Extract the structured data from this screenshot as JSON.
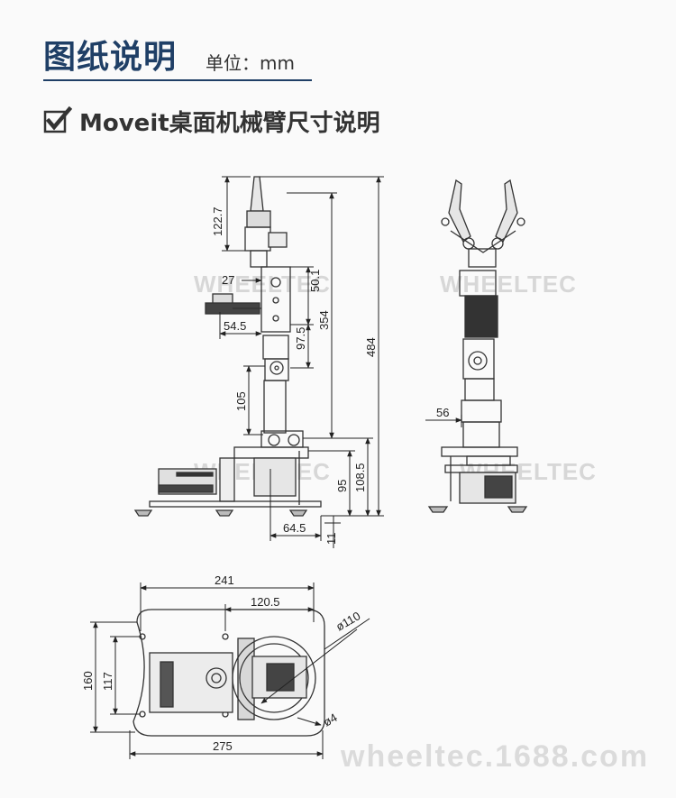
{
  "header": {
    "title": "图纸说明",
    "unit": "单位：mm"
  },
  "subtitle": {
    "icon": "checkbox-check-icon",
    "text": "Moveit桌面机械臂尺寸说明"
  },
  "dimensions": {
    "d122_7": "122.7",
    "d27": "27",
    "d50_1": "50.1",
    "d54_5": "54.5",
    "d97_5": "97.5",
    "d354": "354",
    "d484": "484",
    "d105": "105",
    "d56": "56",
    "d108_5": "108.5",
    "d95": "95",
    "d64_5": "64.5",
    "d11": "11",
    "d241": "241",
    "d120_5": "120.5",
    "d110": "ø110",
    "d160": "160",
    "d117": "117",
    "d4": "ø4",
    "d275": "275"
  },
  "watermarks": {
    "brand": "WHEELTEC",
    "site": "wheeltec.1688.com"
  },
  "colors": {
    "title": "#1f3f66",
    "line": "#222222"
  }
}
